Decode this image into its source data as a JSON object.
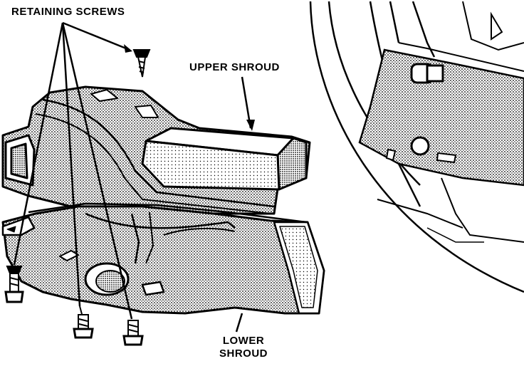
{
  "labels": {
    "retaining_screws": "RETAINING SCREWS",
    "upper_shroud": "UPPER SHROUD",
    "lower_shroud_line1": "LOWER",
    "lower_shroud_line2": "SHROUD"
  },
  "colors": {
    "ink": "#000000",
    "paper": "#ffffff",
    "shade": "#8a8a8a"
  }
}
